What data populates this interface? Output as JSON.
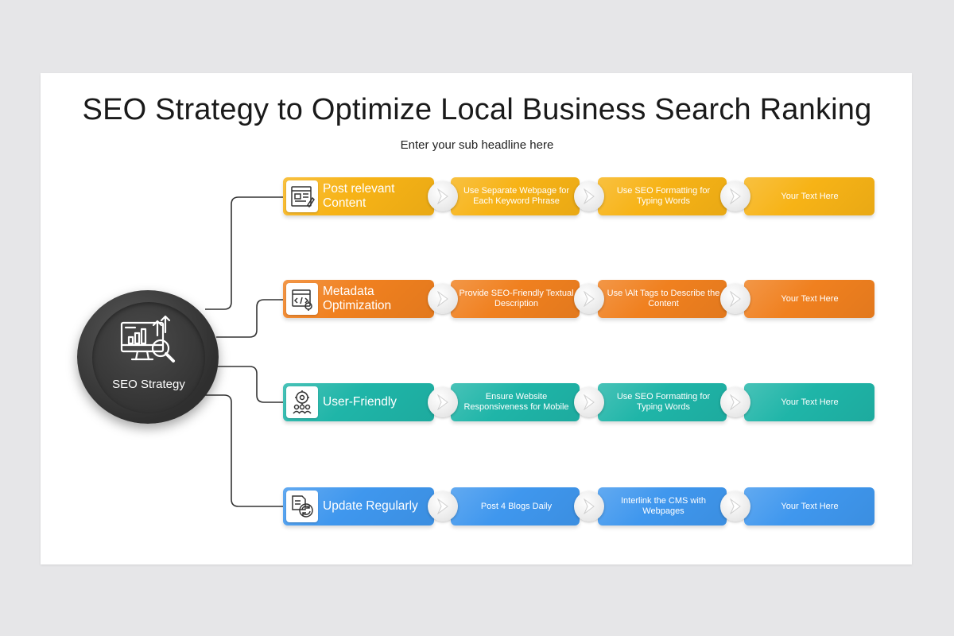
{
  "header": {
    "title": "SEO Strategy to Optimize Local Business Search Ranking",
    "subtitle": "Enter your sub headline here"
  },
  "hub": {
    "label": "SEO Strategy",
    "icon": "analytics-monitor-magnifier-icon"
  },
  "rows": [
    {
      "color": "#f7b316",
      "icon": "content-document-icon",
      "title": "Post relevant Content",
      "steps": [
        "Use Separate Webpage for Each Keyword Phrase",
        "Use SEO Formatting for Typing Words",
        "Your Text Here"
      ]
    },
    {
      "color": "#f0801f",
      "icon": "metadata-code-icon",
      "title": "Metadata Optimization",
      "steps": [
        "Provide SEO-Friendly Textual Description",
        "Use \\Alt Tags to Describe the Content",
        "Your Text Here"
      ]
    },
    {
      "color": "#1fb5a8",
      "icon": "user-gear-icon",
      "title": "User-Friendly",
      "steps": [
        "Ensure Website Responsiveness for Mobile",
        "Use SEO Formatting for Typing Words",
        "Your Text Here"
      ]
    },
    {
      "color": "#3f97ee",
      "icon": "update-refresh-document-icon",
      "title": "Update Regularly",
      "steps": [
        "Post 4 Blogs Daily",
        "Interlink the CMS with Webpages",
        "Your Text Here"
      ]
    }
  ]
}
